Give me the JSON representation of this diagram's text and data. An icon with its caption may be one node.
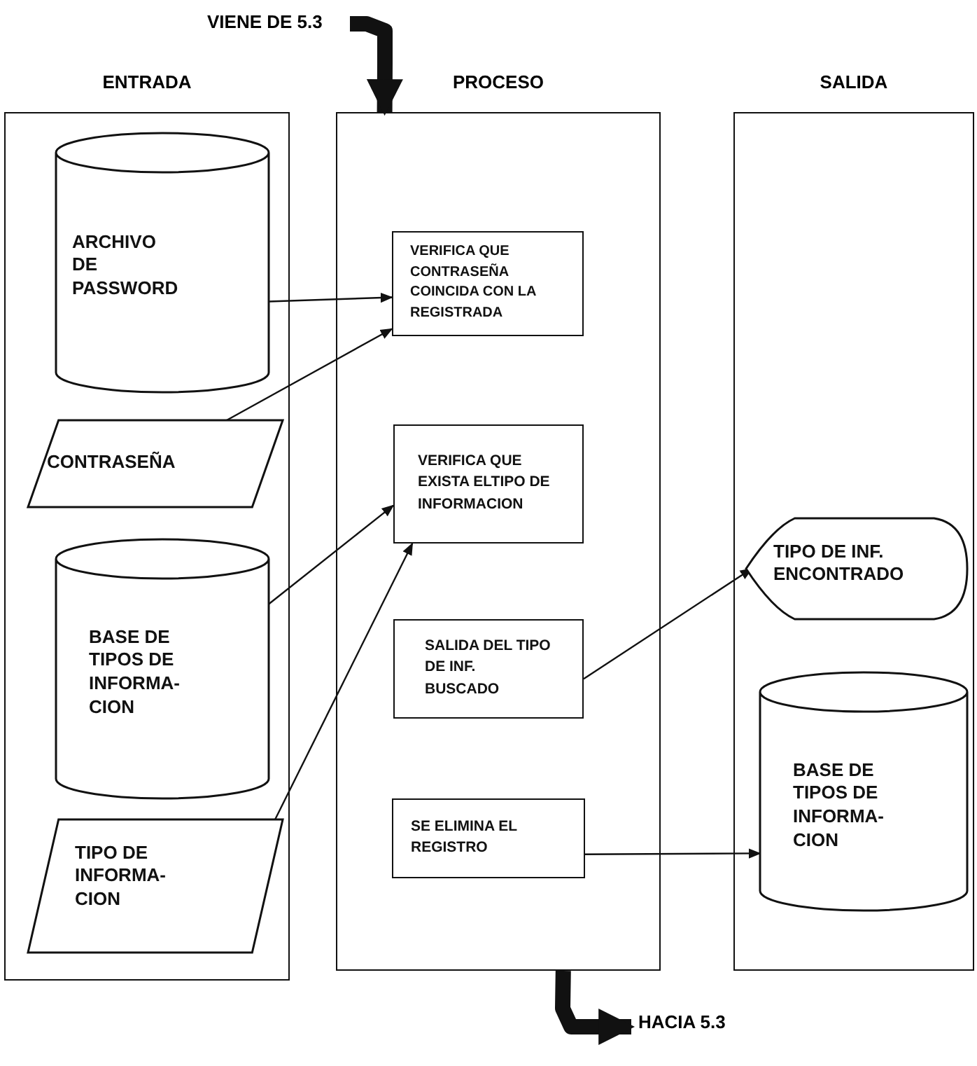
{
  "diagram": {
    "nodes": [
      {
        "text": [
          "ENTRADA"
        ]
      },
      {
        "text": [
          "ARCHIVO DE PASSWORD"
        ],
        "in": 0
      },
      {
        "text": [
          "CONTRASEÑA"
        ],
        "in": 0
      },
      {
        "text": [
          "BASE DE TIPOS DE INFORMA- CION"
        ],
        "in": 0
      },
      {
        "text": [
          "TIPO DE INFORMA- CION"
        ],
        "in": 0
      },
      {
        "text": [
          "PROCESO"
        ]
      },
      {
        "text": [
          "VERIFICA QUE CONTRASEÑA COINCIDA CON LA REGISTRADA"
        ],
        "in": 5
      },
      {
        "text": [
          "VERIFICA QUE EXISTA ELTIPO DE INFORMACION"
        ],
        "in": 5
      },
      {
        "text": [
          "SALIDA DEL TIPO DE INF. BUSCADO"
        ],
        "in": 5
      },
      {
        "text": [
          "SE ELIMINA EL REGISTRO"
        ],
        "in": 5
      },
      {
        "text": [
          "SALIDA"
        ]
      },
      {
        "text": [
          "TIPO DE INF. ENCONTRADO"
        ],
        "in": 10
      },
      {
        "text": [
          "BASE DE TIPOS DE INFORMA- CION"
        ],
        "in": 10
      },
      {
        "text": [
          "VIENE DE 5.3"
        ]
      },
      {
        "text": [
          "HACIA 5.3"
        ]
      }
    ],
    "edges": [
      {
        "from": 1,
        "to": 6,
        "arrow": "to"
      },
      {
        "from": 2,
        "to": 6,
        "arrow": "to"
      },
      {
        "from": 3,
        "to": 7,
        "arrow": "to"
      },
      {
        "from": 4,
        "to": 7,
        "arrow": "to"
      },
      {
        "from": 8,
        "to": 11,
        "arrow": "to"
      },
      {
        "from": 9,
        "to": 12,
        "arrow": "to"
      },
      {
        "from": 13,
        "to": 5,
        "arrow": "to",
        "style": "thick"
      },
      {
        "from": 5,
        "to": 14,
        "arrow": "to",
        "style": "thick"
      }
    ]
  }
}
